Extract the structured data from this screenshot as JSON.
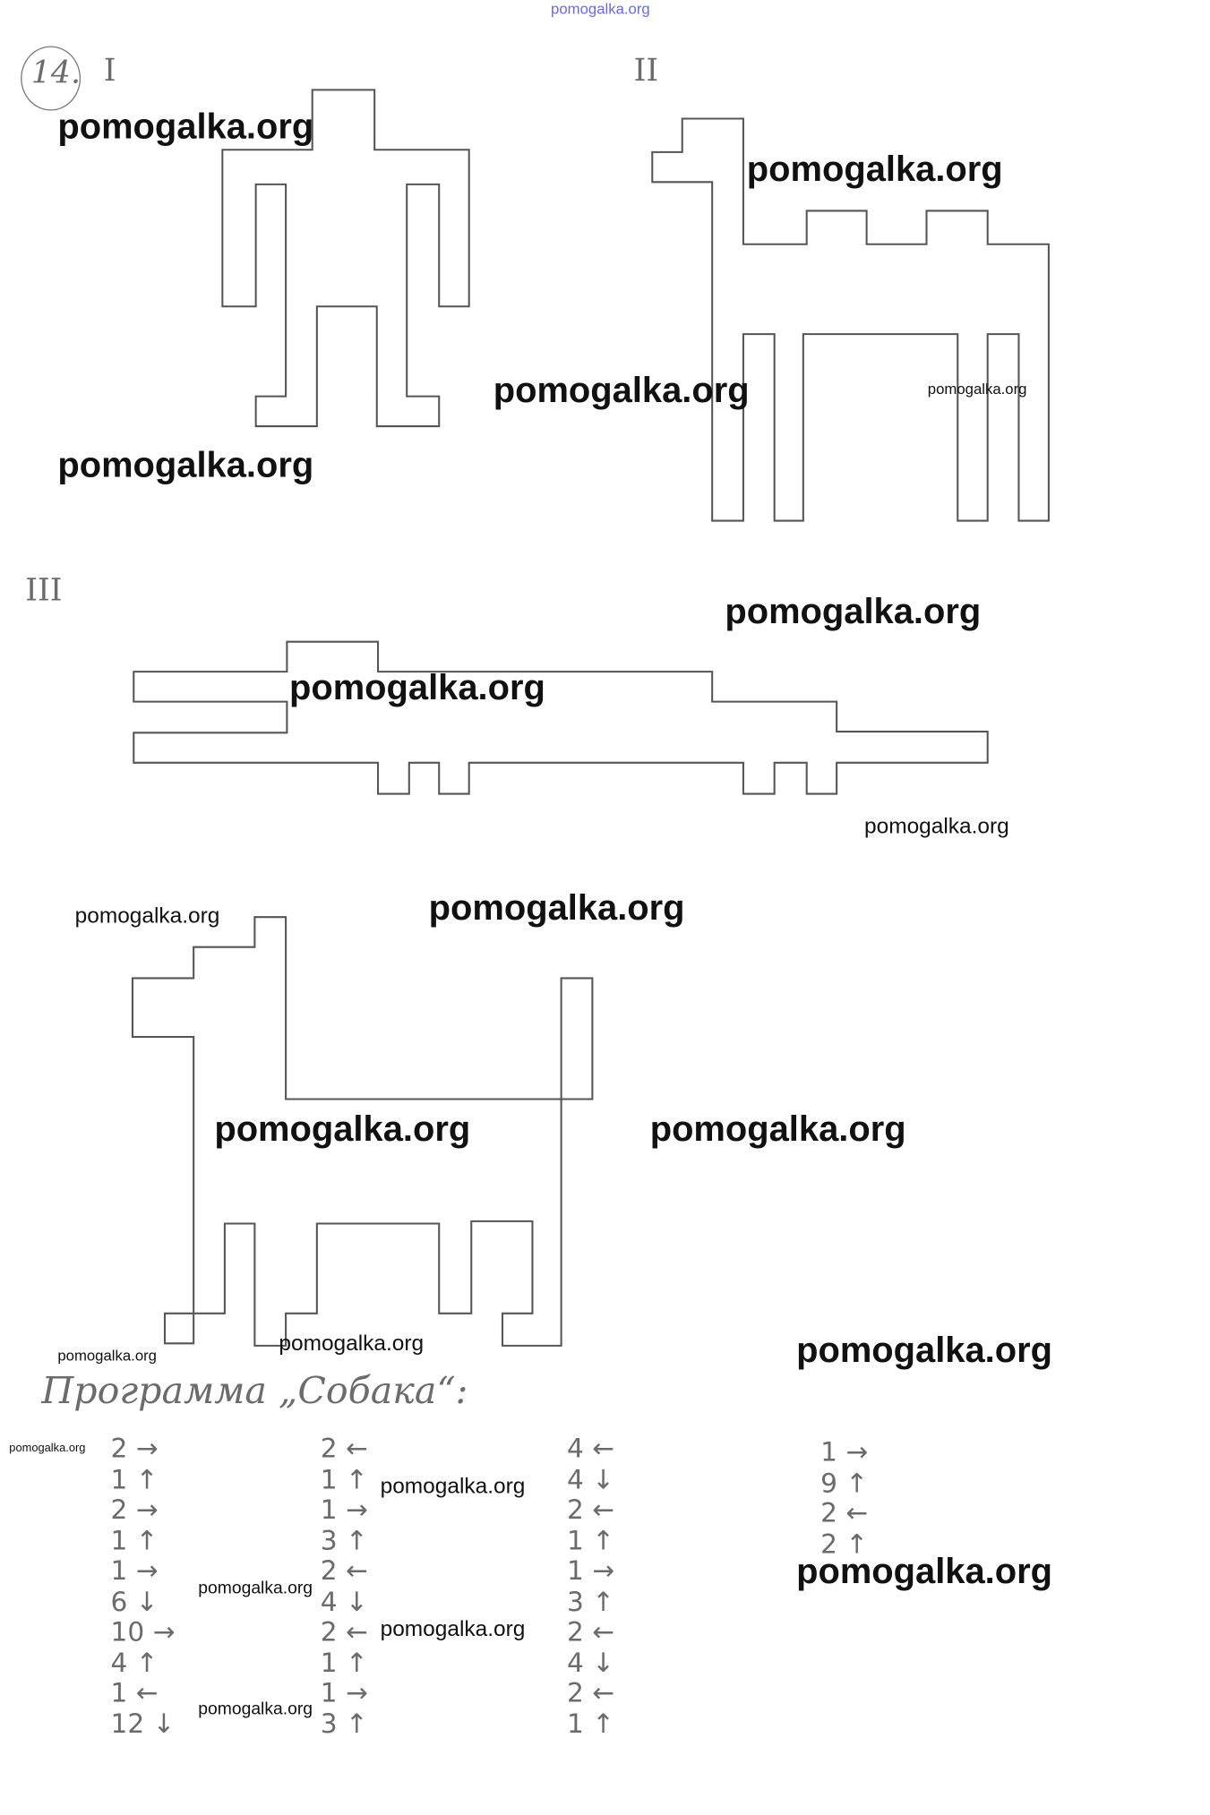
{
  "header_watermark": "pomogalka.org",
  "task_number": "14.",
  "section_labels": [
    "I",
    "II",
    "III"
  ],
  "program_title": "Программа „Собака“:",
  "program_columns": [
    [
      "2 →",
      "1 ↑",
      "2 →",
      "1 ↑",
      "1 →",
      "6 ↓",
      "10 →",
      "4 ↑",
      "1 ←",
      "12 ↓"
    ],
    [
      "2 ←",
      "1 ↑",
      "1 →",
      "3 ↑",
      "2 ←",
      "4 ↓",
      "2 ←",
      "1 ↑",
      "1 →",
      "3 ↑"
    ],
    [
      "4 ←",
      "4 ↓",
      "2 ←",
      "1 ↑",
      "1 →",
      "3 ↑",
      "2 ←",
      "4 ↓",
      "2 ←",
      "1 ↑"
    ],
    [
      "1 →",
      "9 ↑",
      "2 ←",
      "2 ↑"
    ]
  ],
  "watermarks": [
    "pomogalka.org",
    "pomogalka.org",
    "pomogalka.org",
    "pomogalka.org",
    "pomogalka.org",
    "pomogalka.org",
    "pomogalka.org",
    "pomogalka.org",
    "pomogalka.org",
    "pomogalka.org",
    "pomogalka.org",
    "pomogalka.org",
    "pomogalka.org",
    "pomogalka.org",
    "pomogalka.org",
    "pomogalka.org",
    "pomogalka.org",
    "pomogalka.org",
    "pomogalka.org",
    "pomogalka.org",
    "pomogalka.org"
  ]
}
